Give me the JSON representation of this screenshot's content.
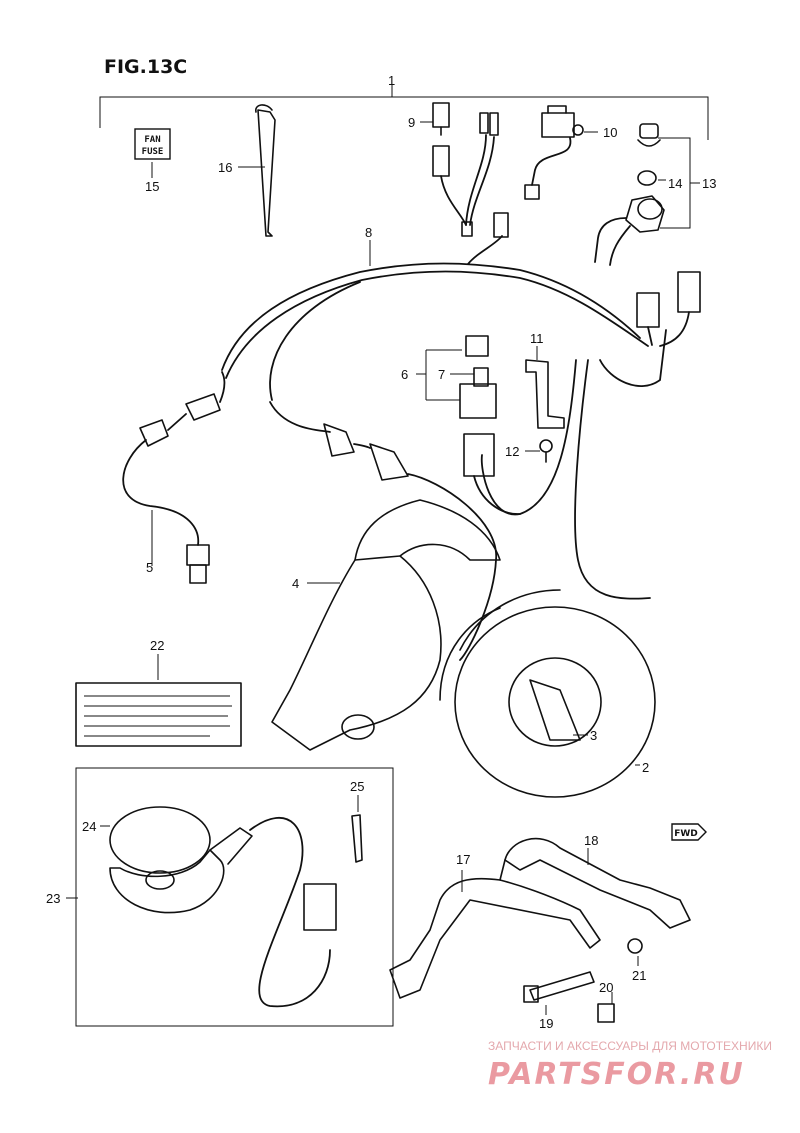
{
  "figure": {
    "title": "FIG.13C"
  },
  "fan_fuse_label": {
    "line1": "FAN",
    "line2": "FUSE"
  },
  "fwd_label": "FWD",
  "callouts": [
    {
      "id": "c1",
      "text": "1"
    },
    {
      "id": "c2",
      "text": "2"
    },
    {
      "id": "c3",
      "text": "3"
    },
    {
      "id": "c4",
      "text": "4"
    },
    {
      "id": "c5",
      "text": "5"
    },
    {
      "id": "c6",
      "text": "6"
    },
    {
      "id": "c7",
      "text": "7"
    },
    {
      "id": "c8",
      "text": "8"
    },
    {
      "id": "c9",
      "text": "9"
    },
    {
      "id": "c10",
      "text": "10"
    },
    {
      "id": "c11",
      "text": "11"
    },
    {
      "id": "c12",
      "text": "12"
    },
    {
      "id": "c13",
      "text": "13"
    },
    {
      "id": "c14",
      "text": "14"
    },
    {
      "id": "c15",
      "text": "15"
    },
    {
      "id": "c16",
      "text": "16"
    },
    {
      "id": "c17",
      "text": "17"
    },
    {
      "id": "c18",
      "text": "18"
    },
    {
      "id": "c19",
      "text": "19"
    },
    {
      "id": "c20",
      "text": "20"
    },
    {
      "id": "c21",
      "text": "21"
    },
    {
      "id": "c22",
      "text": "22"
    },
    {
      "id": "c23",
      "text": "23"
    },
    {
      "id": "c24",
      "text": "24"
    },
    {
      "id": "c25",
      "text": "25"
    }
  ],
  "watermark": {
    "line1": "ЗАПЧАСТИ И АКСЕССУАРЫ ДЛЯ МОТОТЕХНИКИ",
    "line2": "PARTSFOR.RU",
    "color": "#ea9aa1"
  }
}
